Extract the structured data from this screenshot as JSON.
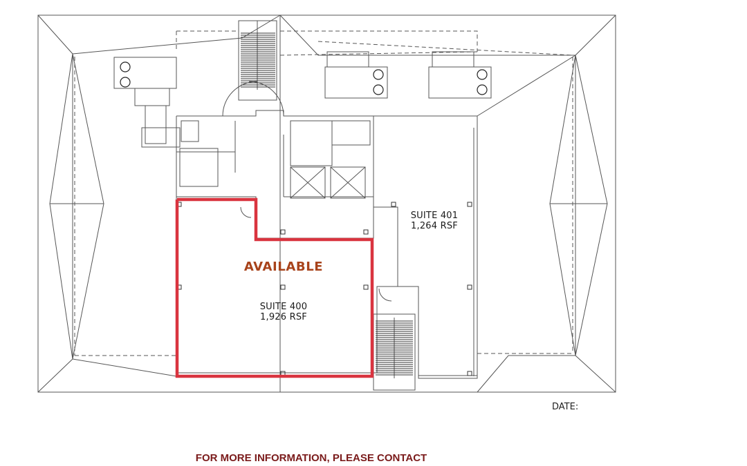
{
  "colors": {
    "highlight": "#d9343f",
    "available_text": "#a8431b",
    "contact_text": "#7a1a1a",
    "line": "#444444"
  },
  "suite_400": {
    "status": "AVAILABLE",
    "name": "SUITE 400",
    "area": "1,926 RSF"
  },
  "suite_401": {
    "name": "SUITE 401",
    "area": "1,264 RSF"
  },
  "date_label": "DATE:",
  "contact_text": "FOR MORE INFORMATION, PLEASE CONTACT",
  "icons": [
    "rooftop-fan-icon",
    "elevator-icon",
    "toilet-icon",
    "door-swing-icon",
    "stair-icon"
  ]
}
